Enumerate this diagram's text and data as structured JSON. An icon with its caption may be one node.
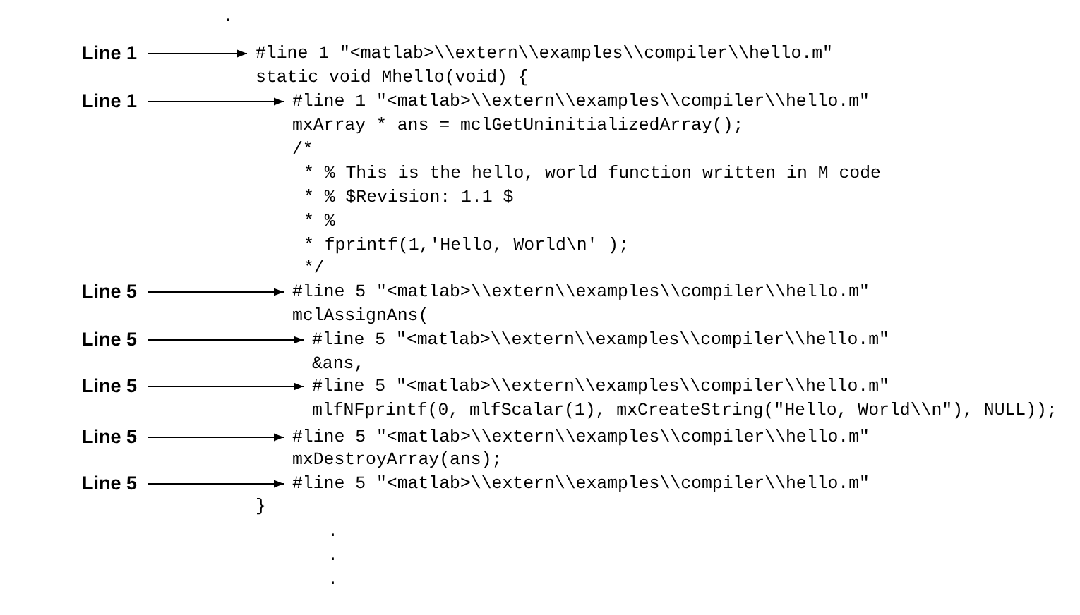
{
  "diagram": {
    "nodes": [
      {
        "text": [
          "Line 1"
        ]
      },
      {
        "text": [
          "#line 1 \"<matlab>\\\\extern\\\\examples\\\\compiler\\\\hello.m\""
        ]
      },
      {
        "text": [
          "Line 1"
        ]
      },
      {
        "text": [
          "#line 1 \"<matlab>\\\\extern\\\\examples\\\\compiler\\\\hello.m\""
        ]
      },
      {
        "text": [
          "Line 5"
        ]
      },
      {
        "text": [
          "#line 5 \"<matlab>\\\\extern\\\\examples\\\\compiler\\\\hello.m\""
        ]
      },
      {
        "text": [
          "Line 5"
        ]
      },
      {
        "text": [
          "#line 5 \"<matlab>\\\\extern\\\\examples\\\\compiler\\\\hello.m\""
        ]
      },
      {
        "text": [
          "Line 5"
        ]
      },
      {
        "text": [
          "#line 5 \"<matlab>\\\\extern\\\\examples\\\\compiler\\\\hello.m\""
        ]
      },
      {
        "text": [
          "Line 5"
        ]
      },
      {
        "text": [
          "#line 5 \"<matlab>\\\\extern\\\\examples\\\\compiler\\\\hello.m\""
        ]
      },
      {
        "text": [
          "Line 5"
        ]
      },
      {
        "text": [
          "#line 5 \"<matlab>\\\\extern\\\\examples\\\\compiler\\\\hello.m\""
        ]
      }
    ],
    "edges": [
      {
        "from": 0,
        "to": 1,
        "arrow": "to"
      },
      {
        "from": 2,
        "to": 3,
        "arrow": "to"
      },
      {
        "from": 4,
        "to": 5,
        "arrow": "to"
      },
      {
        "from": 6,
        "to": 7,
        "arrow": "to"
      },
      {
        "from": 8,
        "to": 9,
        "arrow": "to"
      },
      {
        "from": 10,
        "to": 11,
        "arrow": "to"
      },
      {
        "from": 12,
        "to": 13,
        "arrow": "to"
      }
    ],
    "labels": [
      ".",
      "static void Mhello(void) {",
      "mxArray * ans = mclGetUninitializedArray();",
      "/*",
      "* % This is the hello, world function written in M code",
      "* % $Revision: 1.1 $",
      "* %",
      "* fprintf(1,'Hello, World\\n' );",
      "*/",
      "mclAssignAns(",
      "&ans,",
      "mlfNFprintf(0, mlfScalar(1), mxCreateString(\"Hello, World\\\\n\"), NULL));",
      "mxDestroyArray(ans);",
      "}",
      ".",
      ".",
      "."
    ]
  }
}
